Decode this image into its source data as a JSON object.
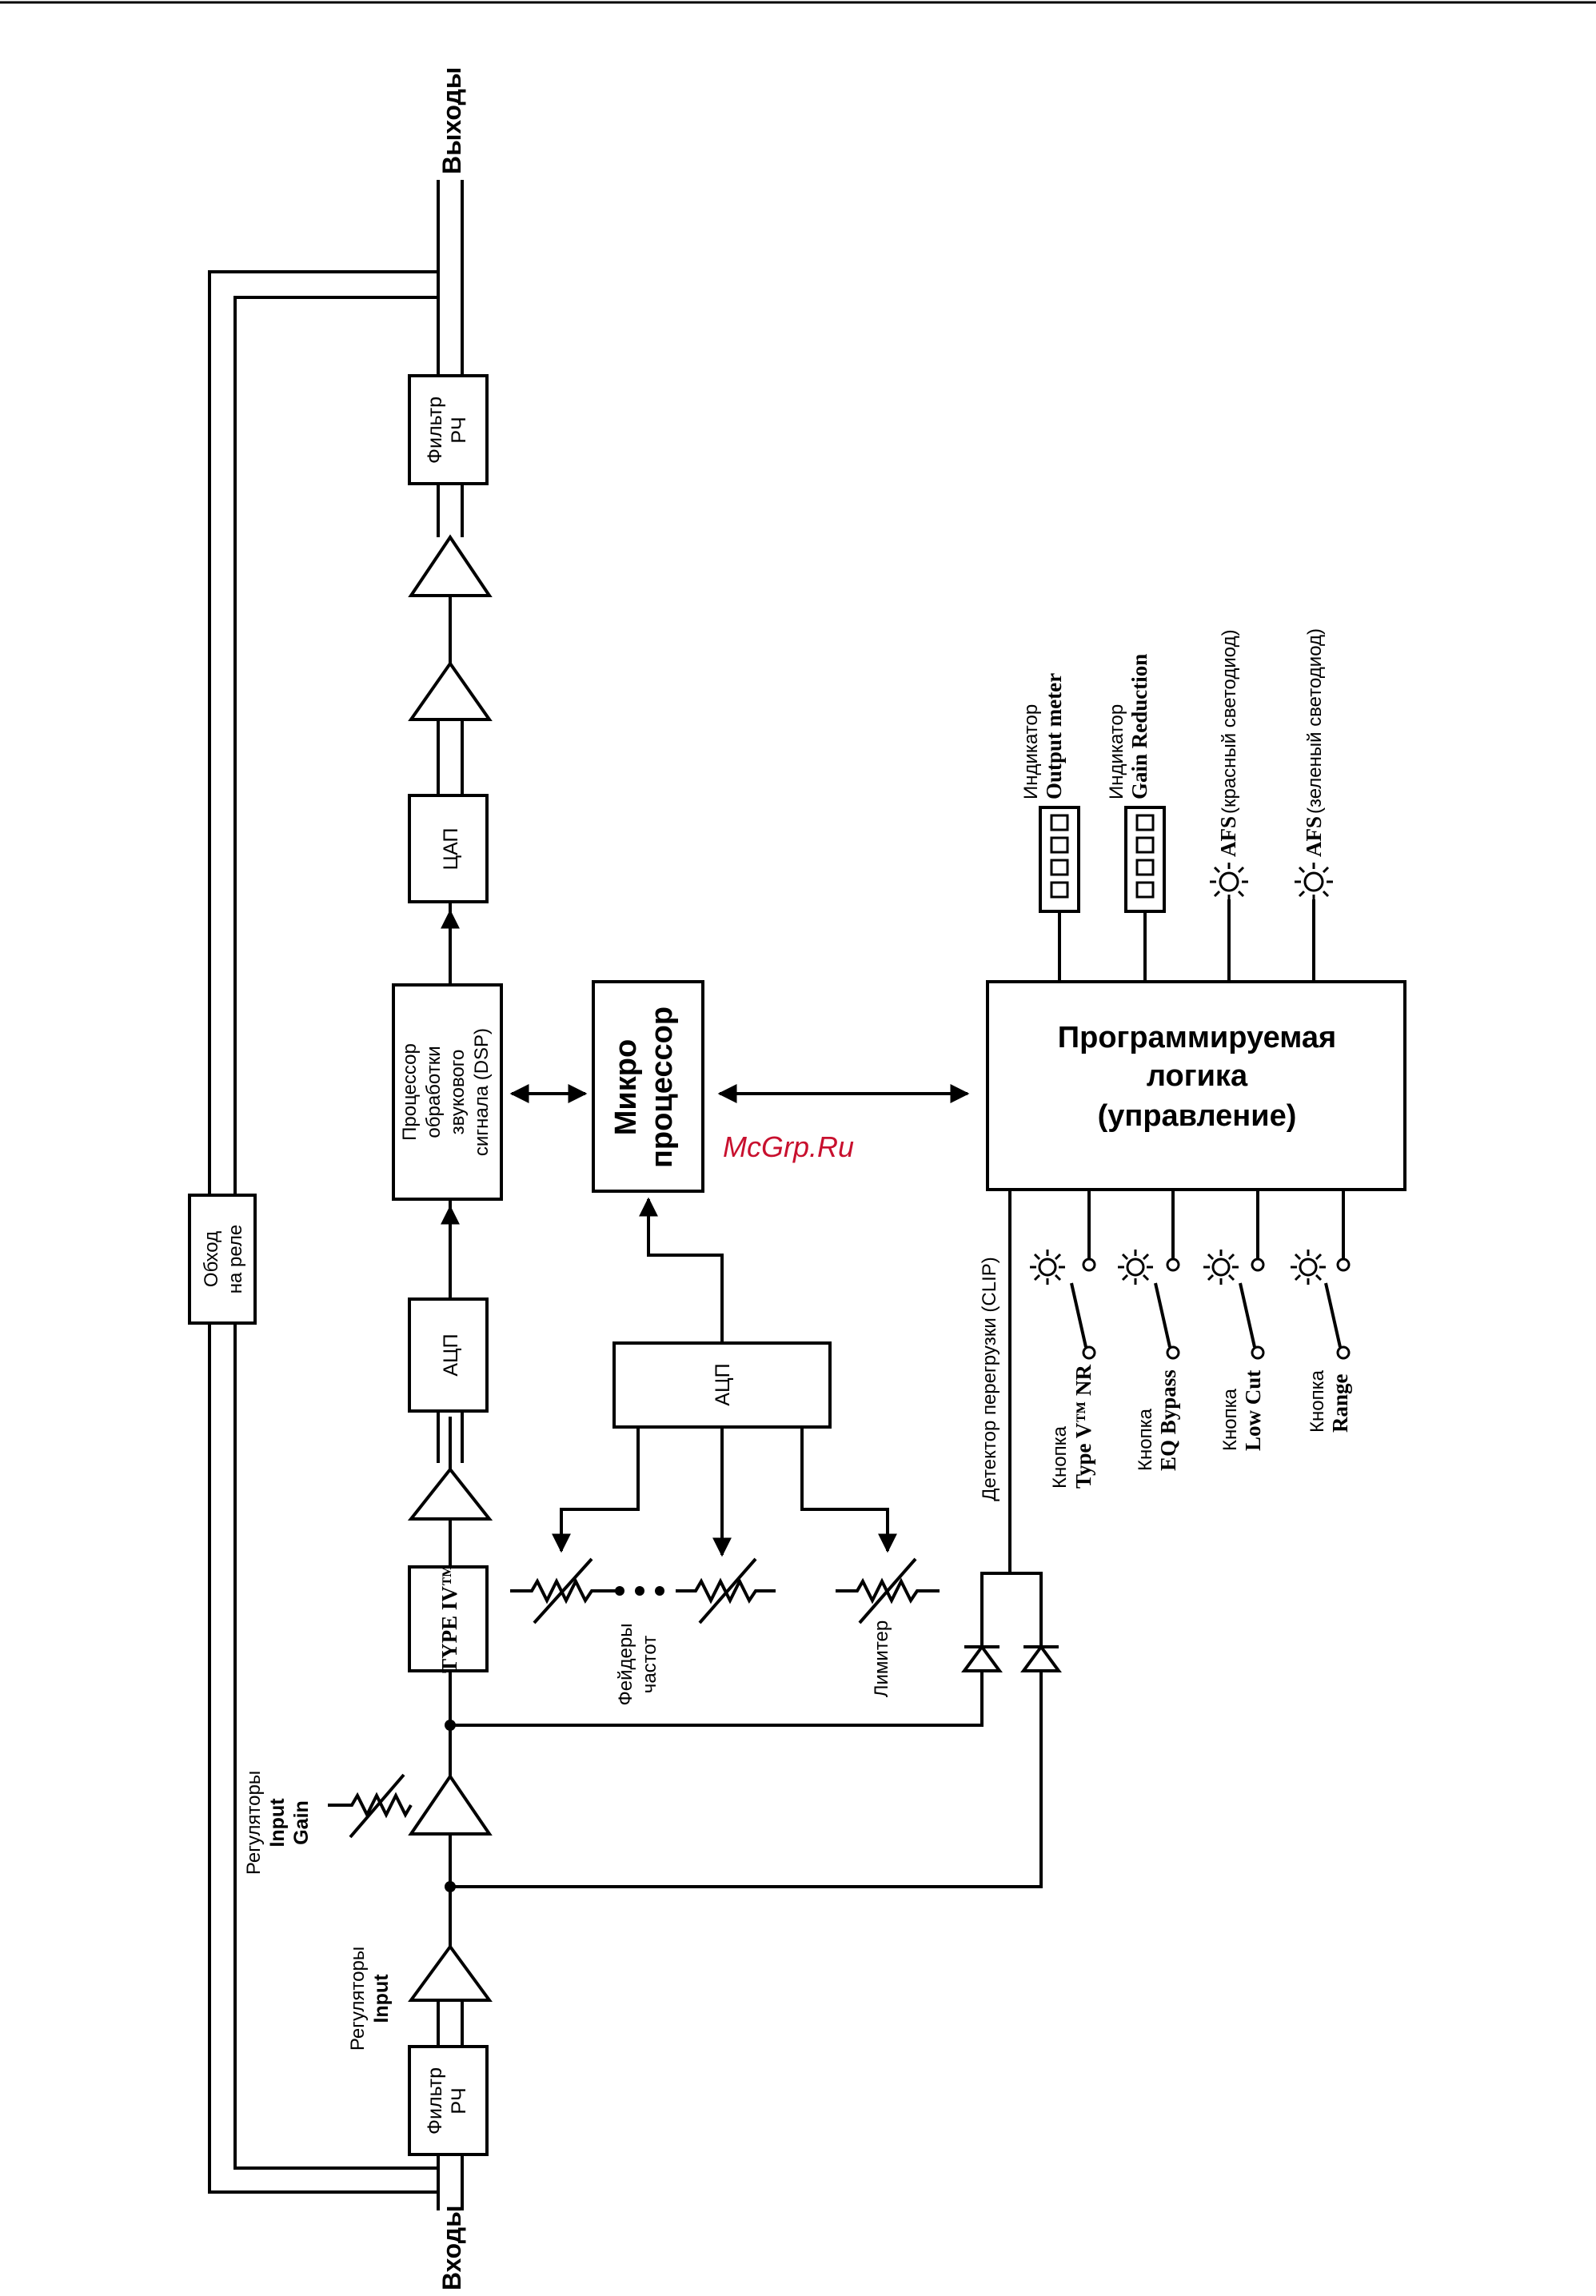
{
  "terminals": {
    "outputs": "Выходы",
    "inputs": "Входы"
  },
  "blocks": {
    "rf_filter_out": [
      "Фильтр",
      "РЧ"
    ],
    "rf_filter_in": [
      "Фильтр",
      "РЧ"
    ],
    "dac": "ЦАП",
    "adc_main": "АЦП",
    "adc_aux": "АЦП",
    "type_iv": "TYPE IV™",
    "dsp": [
      "Процессор",
      "обработки",
      "звукового",
      "сигнала (DSP)"
    ],
    "micro": [
      "Микро",
      "процессор"
    ],
    "logic": [
      "Программируемая",
      "логика",
      "(управление)"
    ],
    "bypass": [
      "Обход",
      "на реле"
    ]
  },
  "labels": {
    "input_gain": [
      "Регуляторы",
      "Input",
      "Gain"
    ],
    "input": [
      "Регуляторы",
      "Input"
    ],
    "faders": [
      "Фейдеры",
      "частот"
    ],
    "limiter": "Лимитер",
    "clip_detector": "Детектор перегрузки (CLIP)"
  },
  "indicators": [
    {
      "line1": "Индикатор",
      "line2": "Output meter"
    },
    {
      "line1": "Индикатор",
      "line2": "Gain Reduction"
    },
    {
      "line1": "AFS",
      "line2": "(красный светодиод)"
    },
    {
      "line1": "AFS",
      "line2": "(зеленый светодиод)"
    }
  ],
  "buttons": [
    {
      "line1": "Кнопка",
      "line2": "Type V™ NR"
    },
    {
      "line1": "Кнопка",
      "line2": "EQ Bypass"
    },
    {
      "line1": "Кнопка",
      "line2": "Low Cut"
    },
    {
      "line1": "Кнопка",
      "line2": "Range"
    }
  ],
  "watermark": "McGrp.Ru"
}
